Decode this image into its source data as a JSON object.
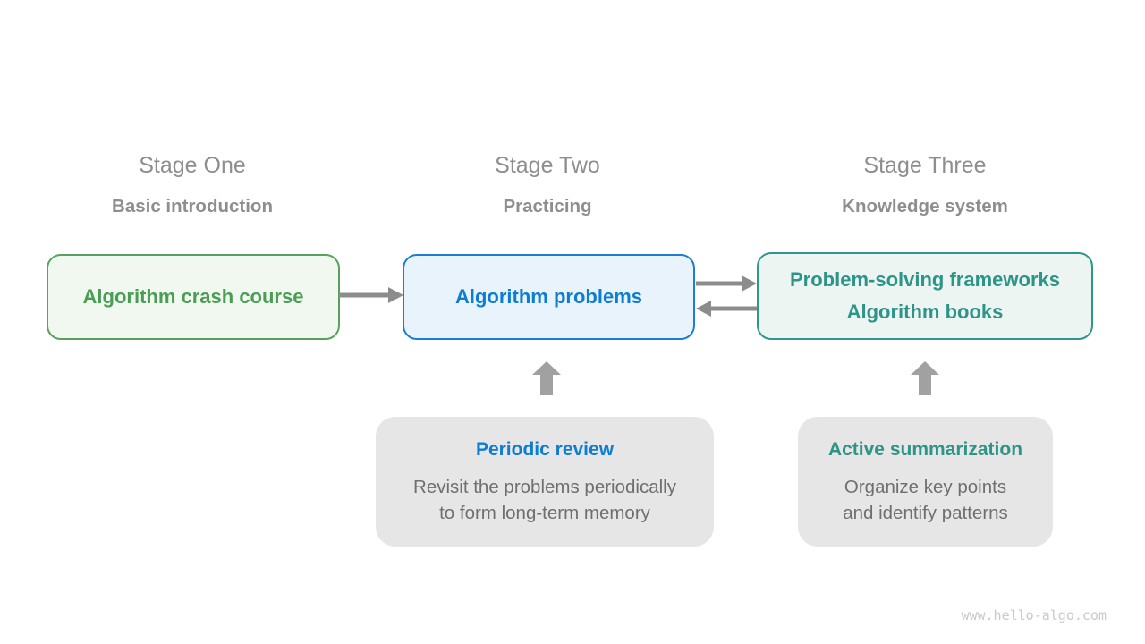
{
  "watermark": "www.hello-algo.com",
  "stages": [
    {
      "title": "Stage One",
      "subtitle": "Basic introduction",
      "box": {
        "lines": [
          "Algorithm crash course"
        ],
        "theme": "green",
        "text_color": "#4a9d55",
        "border_color": "#57a25f",
        "background": "#f1f8f0"
      }
    },
    {
      "title": "Stage Two",
      "subtitle": "Practicing",
      "box": {
        "lines": [
          "Algorithm problems"
        ],
        "theme": "blue",
        "text_color": "#0d7dd3",
        "border_color": "#1b7ed2",
        "background": "#e9f3fc"
      }
    },
    {
      "title": "Stage Three",
      "subtitle": "Knowledge system",
      "box": {
        "lines": [
          "Problem-solving frameworks",
          "Algorithm books"
        ],
        "theme": "teal",
        "text_color": "#2d9488",
        "border_color": "#2f968a",
        "background": "#edf5f2"
      }
    }
  ],
  "connectors": [
    {
      "from": "Algorithm crash course",
      "to": "Algorithm problems",
      "direction": "right"
    },
    {
      "from": "Algorithm problems",
      "to": "Problem-solving frameworks / Algorithm books",
      "direction": "right"
    },
    {
      "from": "Problem-solving frameworks / Algorithm books",
      "to": "Algorithm problems",
      "direction": "left"
    }
  ],
  "notes": [
    {
      "title": "Periodic review",
      "title_color": "#0d7dd3",
      "lines": [
        "Revisit the problems periodically",
        "to form long-term memory"
      ]
    },
    {
      "title": "Active summarization",
      "title_color": "#2d9488",
      "lines": [
        "Organize key points",
        "and identify patterns"
      ]
    }
  ],
  "colors": {
    "background": "#ffffff",
    "stage_text": "#8e8e8e",
    "note_background": "#e6e6e6",
    "note_body_text": "#6f6f6f",
    "arrow": "#8c8c8c",
    "block_arrow": "#a1a1a1",
    "watermark_text": "#c9c9c9"
  }
}
